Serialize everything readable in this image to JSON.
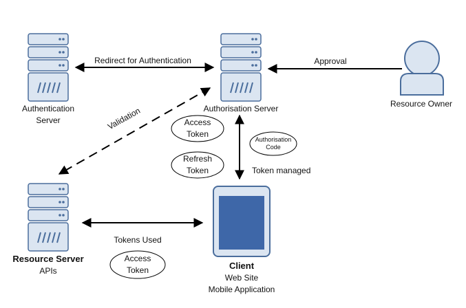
{
  "nodes": {
    "auth_server": {
      "line1": "Authentication",
      "line2": "Server"
    },
    "authorisation_server": {
      "label": "Authorisation Server"
    },
    "resource_owner": {
      "label": "Resource Owner"
    },
    "resource_server": {
      "title": "Resource Server",
      "subtitle": "APIs"
    },
    "client": {
      "title": "Client",
      "line1": "Web Site",
      "line2": "Mobile Application"
    }
  },
  "edges": {
    "redirect": "Redirect for Authentication",
    "approval": "Approval",
    "validation": "Validation",
    "token_managed": "Token managed",
    "tokens_used": "Tokens Used"
  },
  "tokens": {
    "access_top": {
      "line1": "Access",
      "line2": "Token"
    },
    "refresh": {
      "line1": "Refresh",
      "line2": "Token"
    },
    "auth_code": {
      "line1": "Authorisation",
      "line2": "Code"
    },
    "access_bottom": {
      "line1": "Access",
      "line2": "Token"
    }
  },
  "colors": {
    "server_fill": "#dbe5f1",
    "server_stroke": "#4a6d9c",
    "tablet_screen": "#3e67a8",
    "person_fill": "#dbe5f1"
  }
}
